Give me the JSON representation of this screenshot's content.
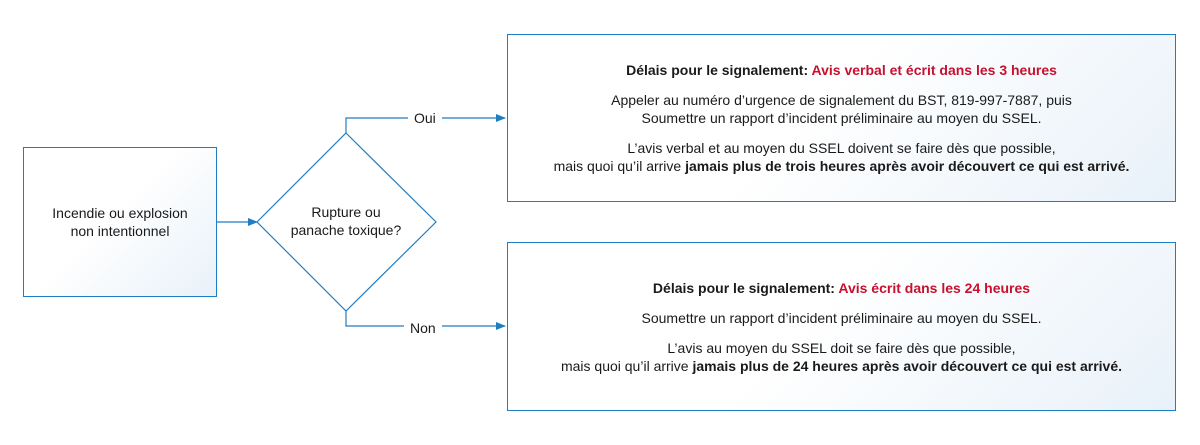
{
  "start": {
    "lines": [
      "Incendie ou explosion",
      "non intentionnel"
    ]
  },
  "decision": {
    "lines": [
      "Rupture ou",
      "panache toxique?"
    ]
  },
  "branches": {
    "yes": "Oui",
    "no": "Non"
  },
  "outcome_yes": {
    "heading_prefix": "Délais pour le signalement:",
    "heading_highlight": "Avis verbal et écrit dans les 3 heures",
    "para1": [
      "Appeler au numéro d’urgence de signalement du BST, 819-997-7887, puis",
      "Soumettre un rapport d’incident préliminaire au moyen du SSEL."
    ],
    "para2_line1": "L’avis verbal et au moyen du SSEL doivent se faire dès que possible,",
    "para2_line2_normal": "mais quoi qu’il arrive",
    "para2_line2_bold": "jamais plus de trois heures après avoir découvert ce qui est arrivé."
  },
  "outcome_no": {
    "heading_prefix": "Délais pour le signalement:",
    "heading_highlight": "Avis écrit dans les 24 heures",
    "para1": [
      "Soumettre un rapport d’incident préliminaire au moyen du SSEL."
    ],
    "para2_line1": "L’avis au moyen du SSEL doit se faire dès que possible,",
    "para2_line2_normal": "mais quoi qu’il arrive",
    "para2_line2_bold": "jamais plus de 24 heures après avoir découvert ce qui est arrivé."
  },
  "colors": {
    "line": "#1f7ec2",
    "highlight": "#c8102e",
    "box_fill_end": "#e8f1f9"
  }
}
